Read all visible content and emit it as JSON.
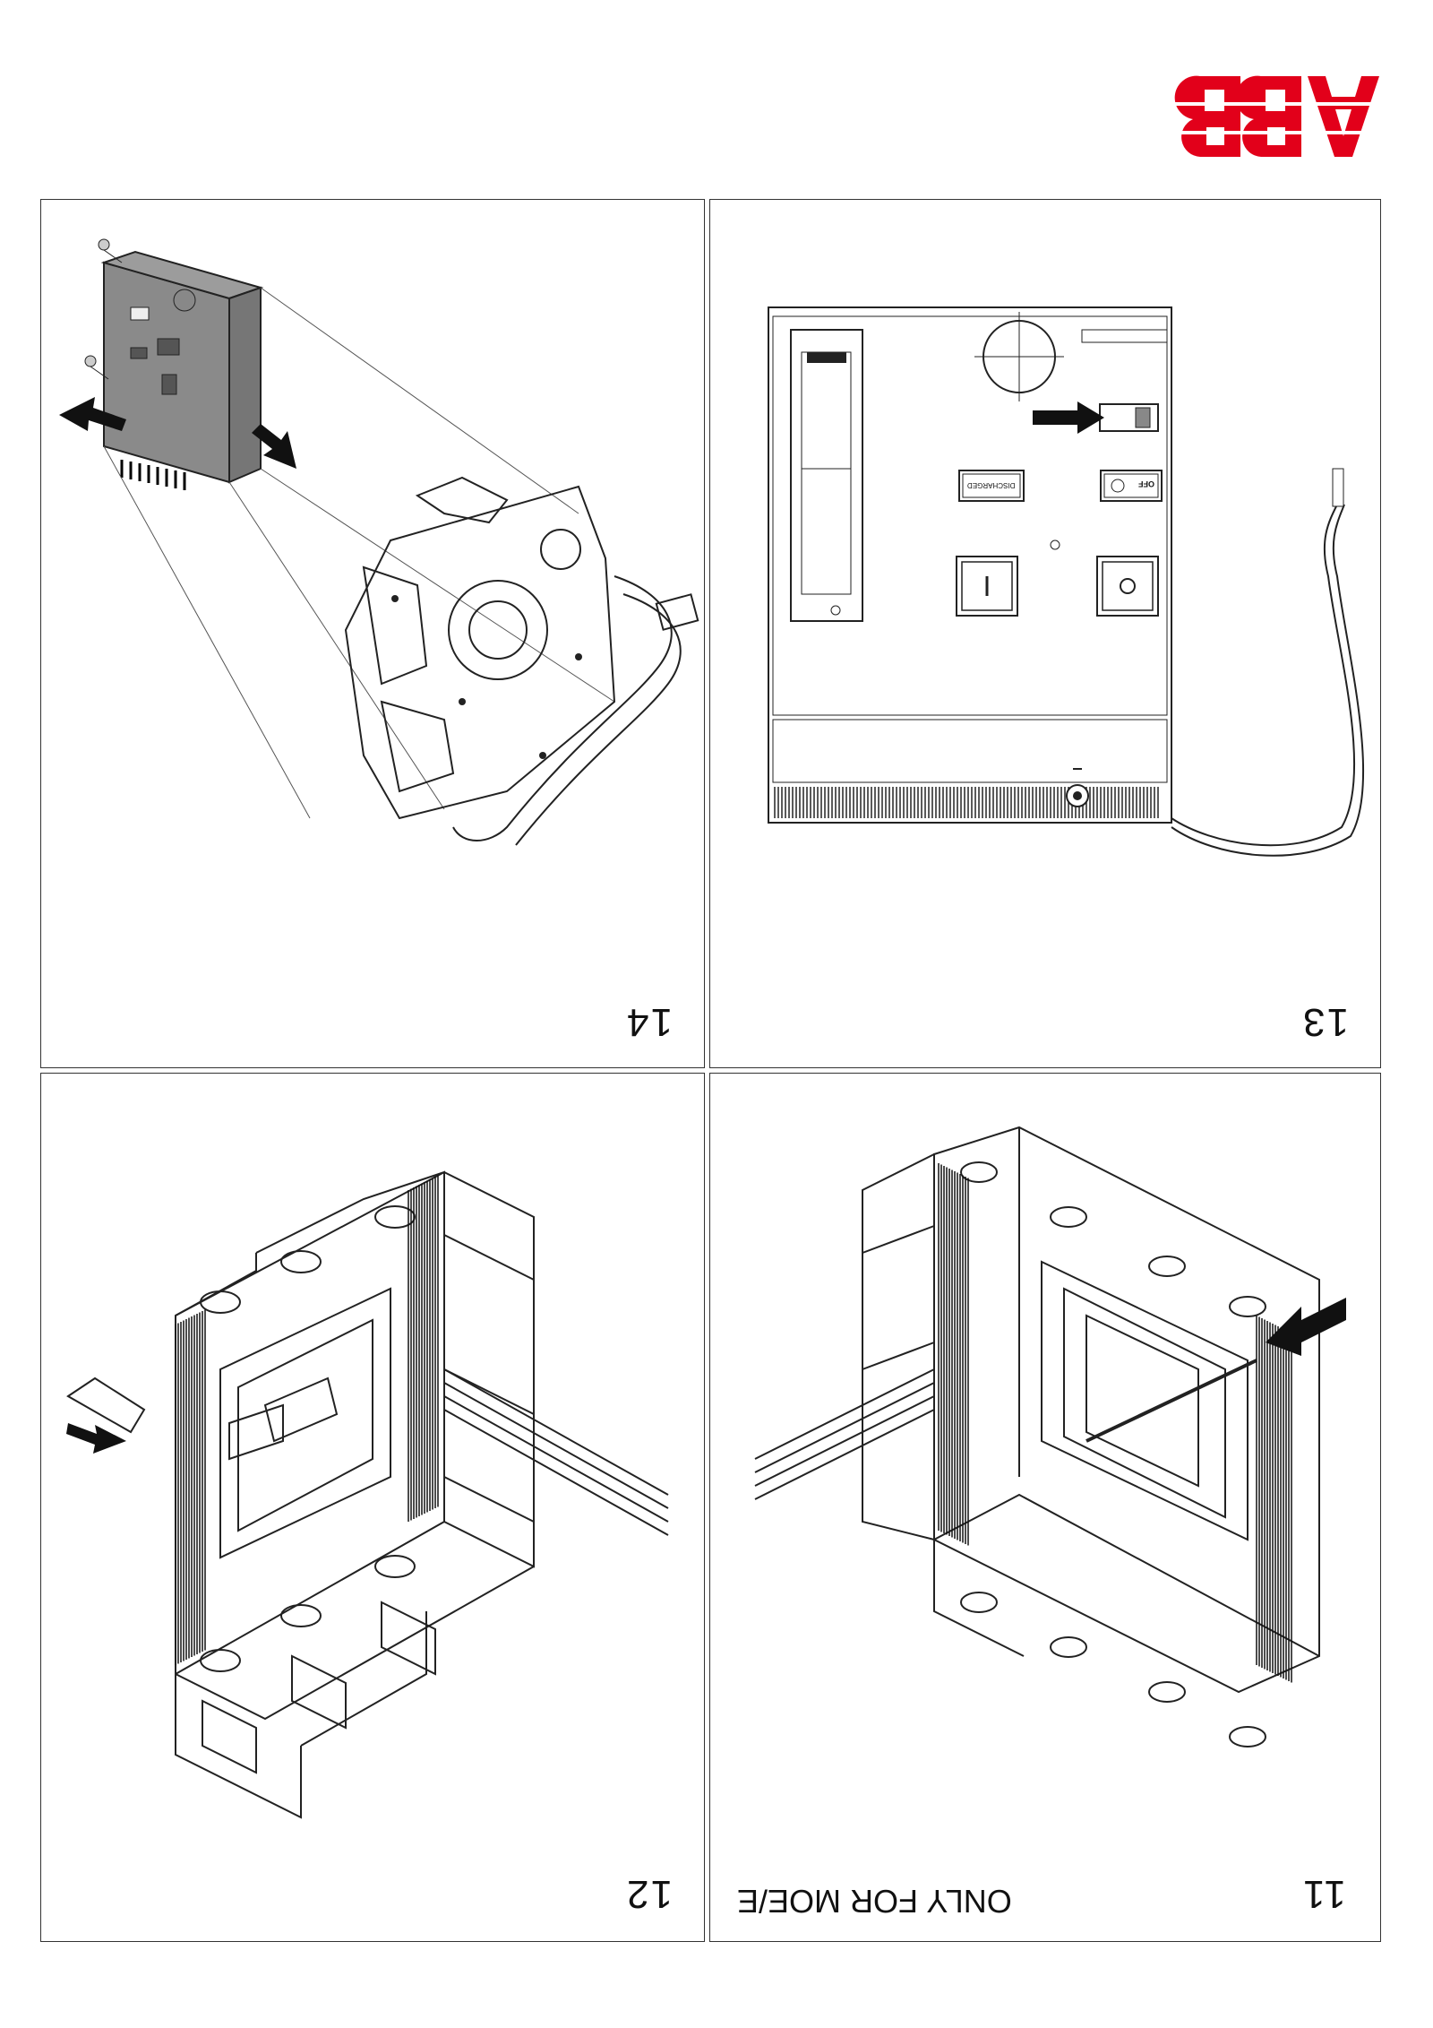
{
  "brand": {
    "name": "ABB",
    "color": "#e2001a"
  },
  "panels": {
    "p14": {
      "step": "14"
    },
    "p13": {
      "step": "13",
      "labels": {
        "off": "OFF",
        "discharged": "DISCHARGED"
      }
    },
    "p12": {
      "step": "12"
    },
    "p11": {
      "step": "11",
      "note": "ONLY FOR MOE/E"
    }
  }
}
